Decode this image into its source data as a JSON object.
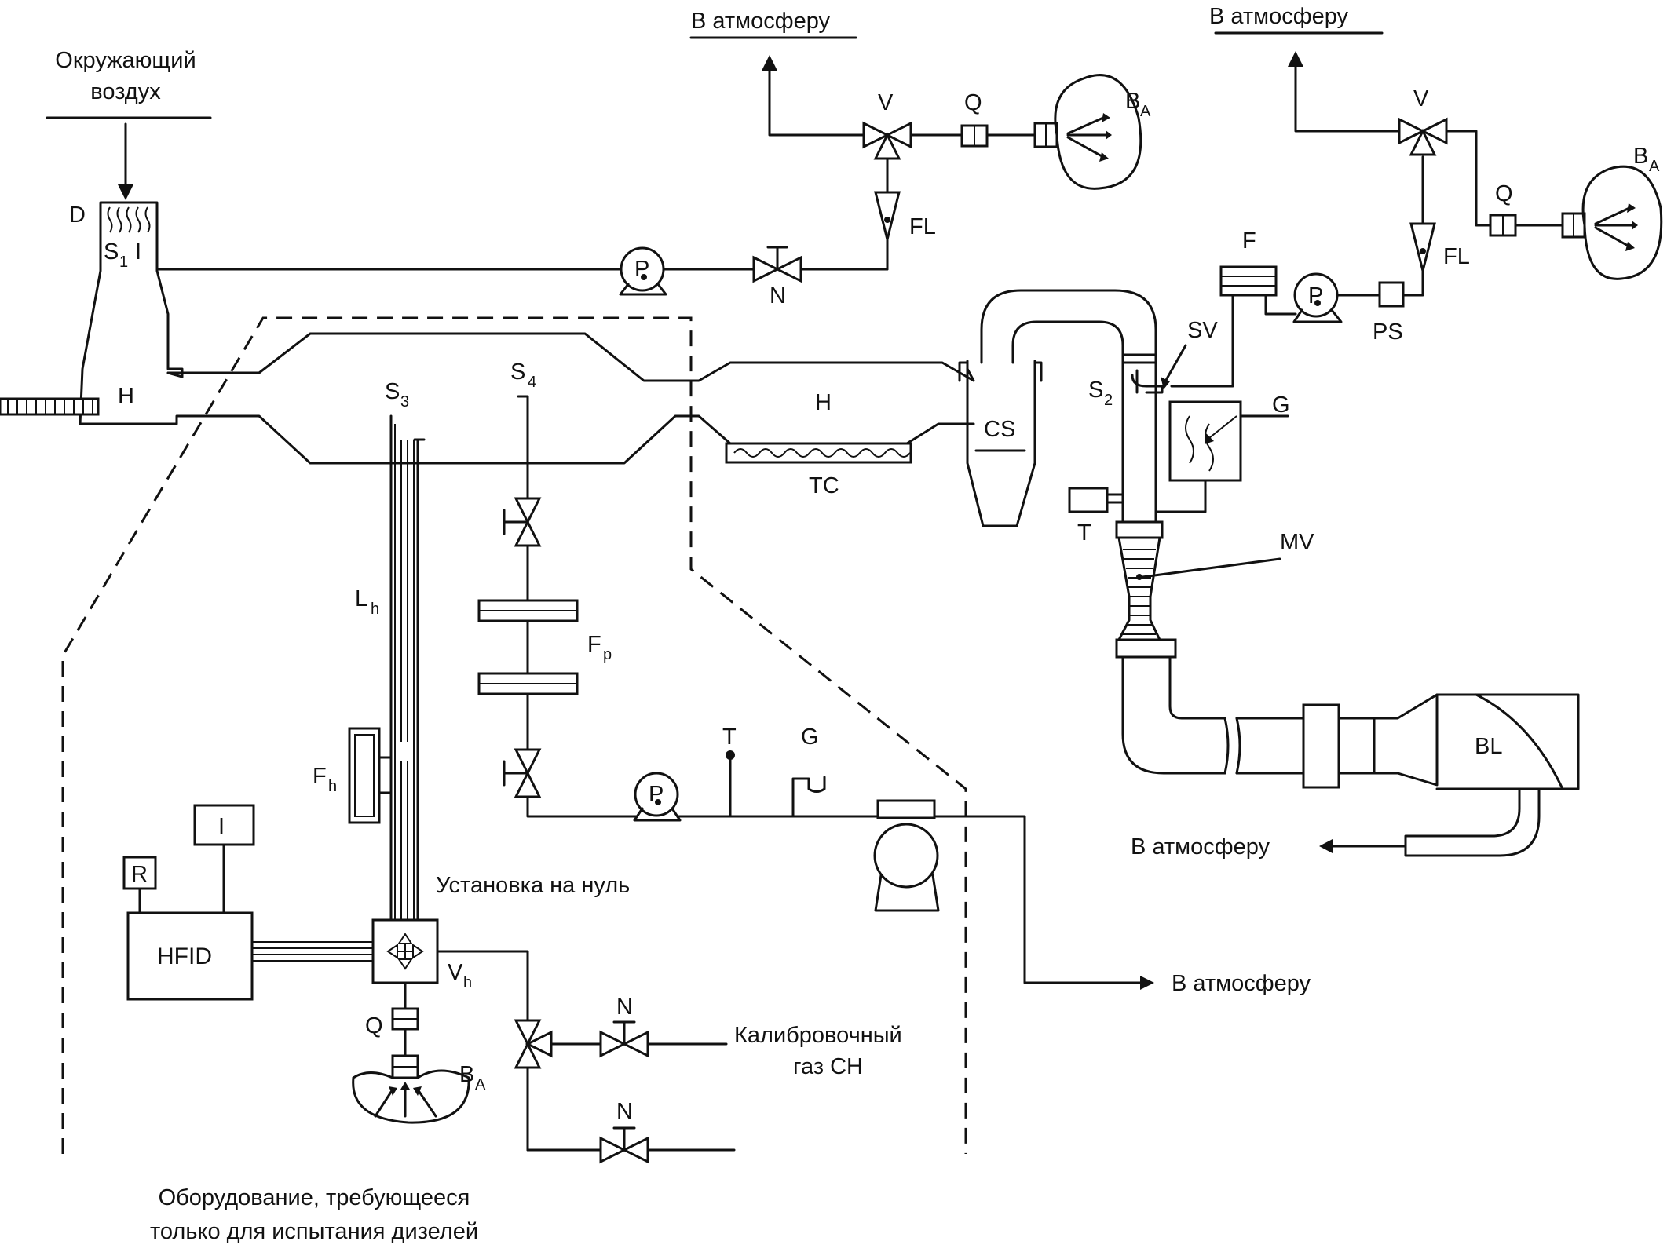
{
  "labels": {
    "ambient_air_line1": "Окружающий",
    "ambient_air_line2": "воздух",
    "atmosphere": "В атмосферу",
    "zero_setting": "Установка на нуль",
    "calibration_gas_line1": "Калибровочный",
    "calibration_gas_line2": "газ СН",
    "diesel_only_line1": "Оборудование, требующееся",
    "diesel_only_line2": "только для испытания дизелей"
  },
  "components": {
    "dilution_filter": "D",
    "sample_probe_s1": "S",
    "sample_probe_s1_sub": "1",
    "integrator_mark": "I",
    "heat_exchanger_left": "H",
    "heat_exchanger_mid": "H",
    "pump": "P",
    "needle_valve": "N",
    "flow_meter": "FL",
    "selector_valve": "V",
    "quick_connector": "Q",
    "sample_bag": "B",
    "sample_bag_sub": "A",
    "probe_s3": "S",
    "probe_s3_sub": "3",
    "probe_s4": "S",
    "probe_s4_sub": "4",
    "probe_s2": "S",
    "probe_s2_sub": "2",
    "heated_line": "L",
    "heated_line_sub": "h",
    "particulate_filters": "F",
    "particulate_filters_sub": "p",
    "heated_filter": "F",
    "heated_filter_sub": "h",
    "heated_valve": "V",
    "heated_valve_sub": "h",
    "temperature_sensor": "T",
    "gauge": "G",
    "recorder": "R",
    "indicator": "I",
    "analyzer": "HFID",
    "tunnel_cooler": "TC",
    "cyclone_separator": "CS",
    "sampling_valve": "SV",
    "filter": "F",
    "pressure_sensor": "PS",
    "heater": "G",
    "venturi": "MV",
    "blower": "BL"
  }
}
